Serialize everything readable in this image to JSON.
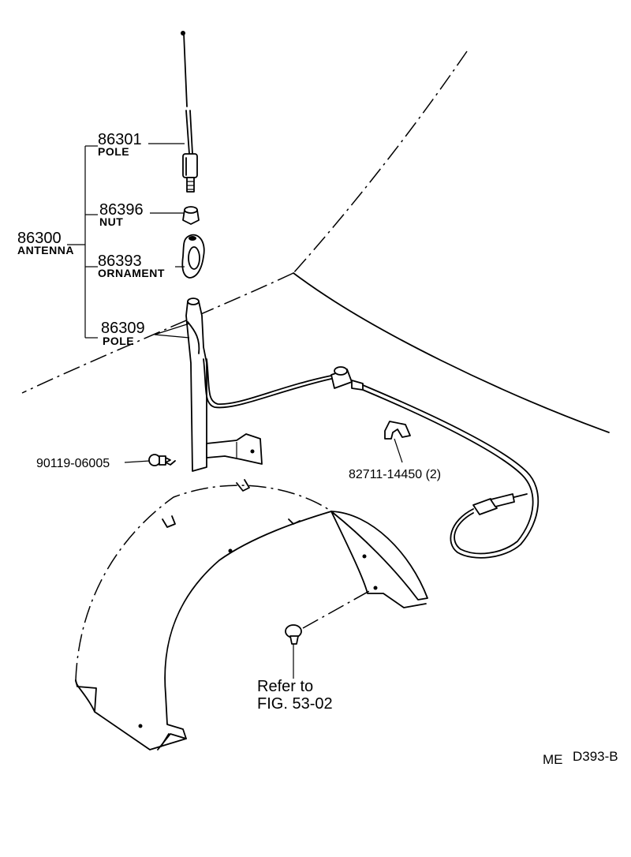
{
  "parts": {
    "p86301": {
      "number": "86301",
      "name": "POLE"
    },
    "p86396": {
      "number": "86396",
      "name": "NUT"
    },
    "p86300": {
      "number": "86300",
      "name": "ANTENNA"
    },
    "p86393": {
      "number": "86393",
      "name": "ORNAMENT"
    },
    "p86309": {
      "number": "86309",
      "name": "POLE"
    },
    "p90119": {
      "number": "90119-06005"
    },
    "p82711": {
      "number": "82711-14450 (2)"
    }
  },
  "reference": {
    "line1": "Refer to",
    "line2": "FIG. 53-02"
  },
  "footer": {
    "code1": "ME",
    "code2": "D393-B"
  }
}
